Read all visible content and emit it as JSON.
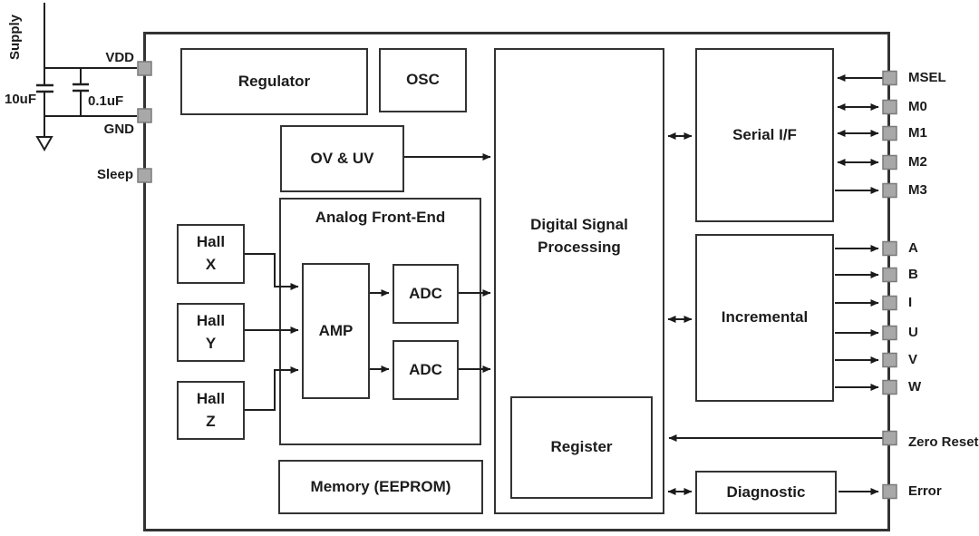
{
  "colors": {
    "line": "#1f1f1f",
    "box_border": "#333333",
    "pin_fill": "#a8a8a8",
    "pin_border": "#7a7a7a",
    "background": "#ffffff"
  },
  "supply_circuit": {
    "supply_label": "Supply",
    "cap1_value": "10uF",
    "cap2_value": "0.1uF"
  },
  "left_pins": [
    "VDD",
    "GND",
    "Sleep"
  ],
  "blocks": {
    "regulator": "Regulator",
    "osc": "OSC",
    "ov_uv": "OV & UV",
    "afe": "Analog Front-End",
    "hall_x": "Hall\nX",
    "hall_y": "Hall\nY",
    "hall_z": "Hall\nZ",
    "amp": "AMP",
    "adc1": "ADC",
    "adc2": "ADC",
    "memory": "Memory (EEPROM)",
    "dsp": "Digital Signal\nProcessing",
    "register": "Register",
    "serial_if": "Serial I/F",
    "incremental": "Incremental",
    "diagnostic": "Diagnostic"
  },
  "right_pins": {
    "serial": [
      "MSEL",
      "M0",
      "M1",
      "M2",
      "M3"
    ],
    "incremental": [
      "A",
      "B",
      "I",
      "U",
      "V",
      "W"
    ],
    "zero_reset": "Zero Reset",
    "error": "Error"
  }
}
